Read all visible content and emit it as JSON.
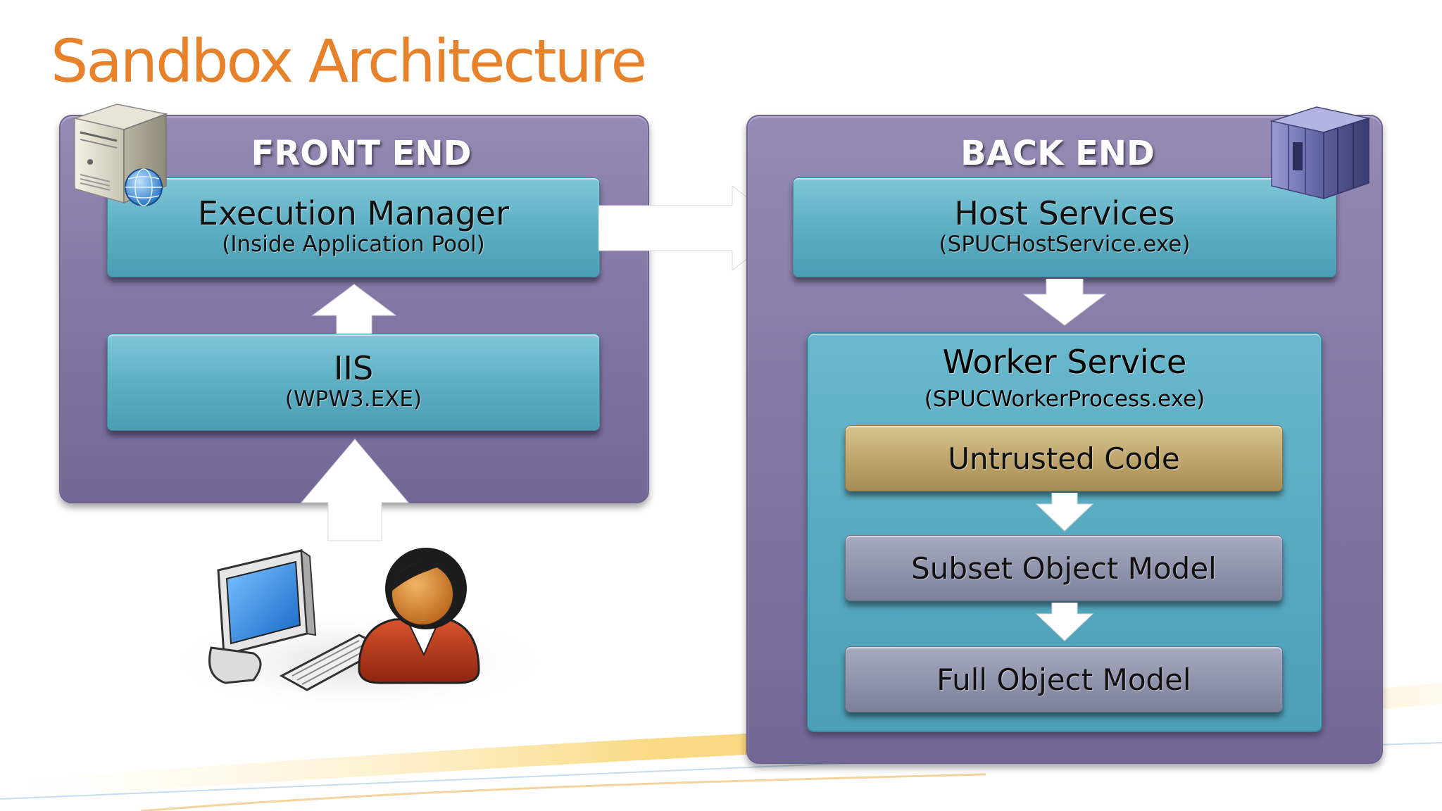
{
  "slide": {
    "title": "Sandbox Architecture"
  },
  "front_end": {
    "label": "FRONT END",
    "execution_manager": {
      "title": "Execution Manager",
      "subtitle": "(Inside Application Pool)"
    },
    "iis": {
      "title": "IIS",
      "subtitle": "(WPW3.EXE)"
    }
  },
  "back_end": {
    "label": "BACK END",
    "host_services": {
      "title": "Host Services",
      "subtitle": "(SPUCHostService.exe)"
    },
    "worker_service": {
      "title": "Worker Service",
      "subtitle": "(SPUCWorkerProcess.exe)",
      "layers": [
        {
          "label": "Untrusted Code"
        },
        {
          "label": "Subset Object Model"
        },
        {
          "label": "Full Object Model"
        }
      ]
    }
  },
  "icons": {
    "front_server": "web-server-icon",
    "back_server": "server-rack-icon",
    "client": "computer-user-icon"
  },
  "colors": {
    "title": "#e8822a",
    "group": "#8478a6",
    "teal_box": "#5eafc4",
    "untrusted": "#bda46b",
    "object_model": "#8e93ab"
  }
}
